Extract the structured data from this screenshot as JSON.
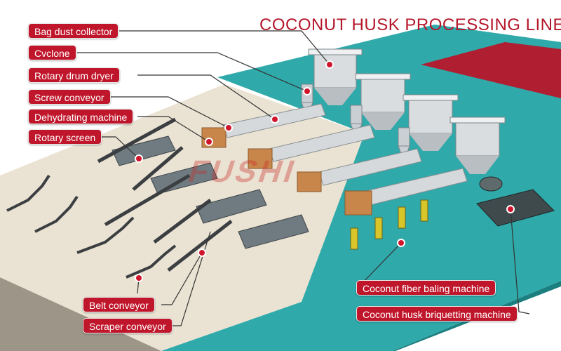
{
  "title": "COCONUT HUSK PROCESSING LINE",
  "watermark": "FUSHI",
  "labels": {
    "bag_dust_collector": "Bag dust collector",
    "cyclone": "Cvclone",
    "rotary_drum_dryer": "Rotary drum dryer",
    "screw_conveyor": "Screw conveyor",
    "dehydrating_machine": "Dehydrating machine",
    "rotary_screen": "Rotary screen",
    "belt_conveyor": "Belt conveyor",
    "scraper_conveyor": "Scraper conveyor",
    "coconut_fiber_baling_machine": "Coconut fiber baling machine",
    "coconut_husk_briquetting_machine": "Coconut husk briquetting machine"
  },
  "colors": {
    "label_bg": "#c0162b",
    "title": "#b5172b",
    "floor_teal": "#2fa9a9",
    "floor_sand": "#eae2d2",
    "accent_red": "#b01e32"
  }
}
